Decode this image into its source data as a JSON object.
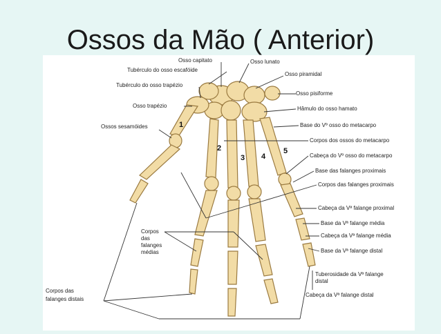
{
  "slide": {
    "title": "Ossos da Mão ( Anterior)"
  },
  "colors": {
    "background": "#e6f6f4",
    "bone": "#f2dca6",
    "bone_edge": "#9a7a40",
    "line": "#333333"
  },
  "labels": {
    "osso_capitato": "Osso capitato",
    "osso_lunato": "Osso lunato",
    "tuberculo_escafoide": "Tubérculo do osso escafóide",
    "osso_piramidal": "Osso piramidal",
    "tuberculo_trapezio": "Tubérculo do osso trapézio",
    "osso_pisiforme": "Osso pisiforme",
    "osso_trapezio": "Osso trapézio",
    "hamulo_hamato": "Hâmulo do osso hamato",
    "ossos_sesamoides": "Ossos sesamóides",
    "base_v_metacarpo": "Base do Vº osso do metacarpo",
    "corpos_metacarpo": "Corpos dos ossos do metacarpo",
    "cabeca_v_metacarpo": "Cabeça do Vº osso do metacarpo",
    "base_falanges_proximais": "Base das falanges proximais",
    "corpos_falanges_proximais": "Corpos das falanges proximais",
    "cabeca_v_falange_proximal": "Cabeça da Vª falange proximal",
    "base_v_falange_media": "Base da Vª falange média",
    "cabeca_v_falange_media": "Cabeça da Vª falange média",
    "base_v_falange_distal": "Base da Vª falange distal",
    "corpos_medias": [
      "Corpos",
      "das",
      "falanges",
      "médias"
    ],
    "tuberosidade_v_falange": [
      "Tuberosidade da Vª falange",
      "distal"
    ],
    "corpos_distais": [
      "Corpos das",
      "falanges distais"
    ],
    "cabeca_v_falange_distal": "Cabeça da Vª falange distal"
  },
  "numbers": [
    "1",
    "2",
    "3",
    "4",
    "5"
  ]
}
